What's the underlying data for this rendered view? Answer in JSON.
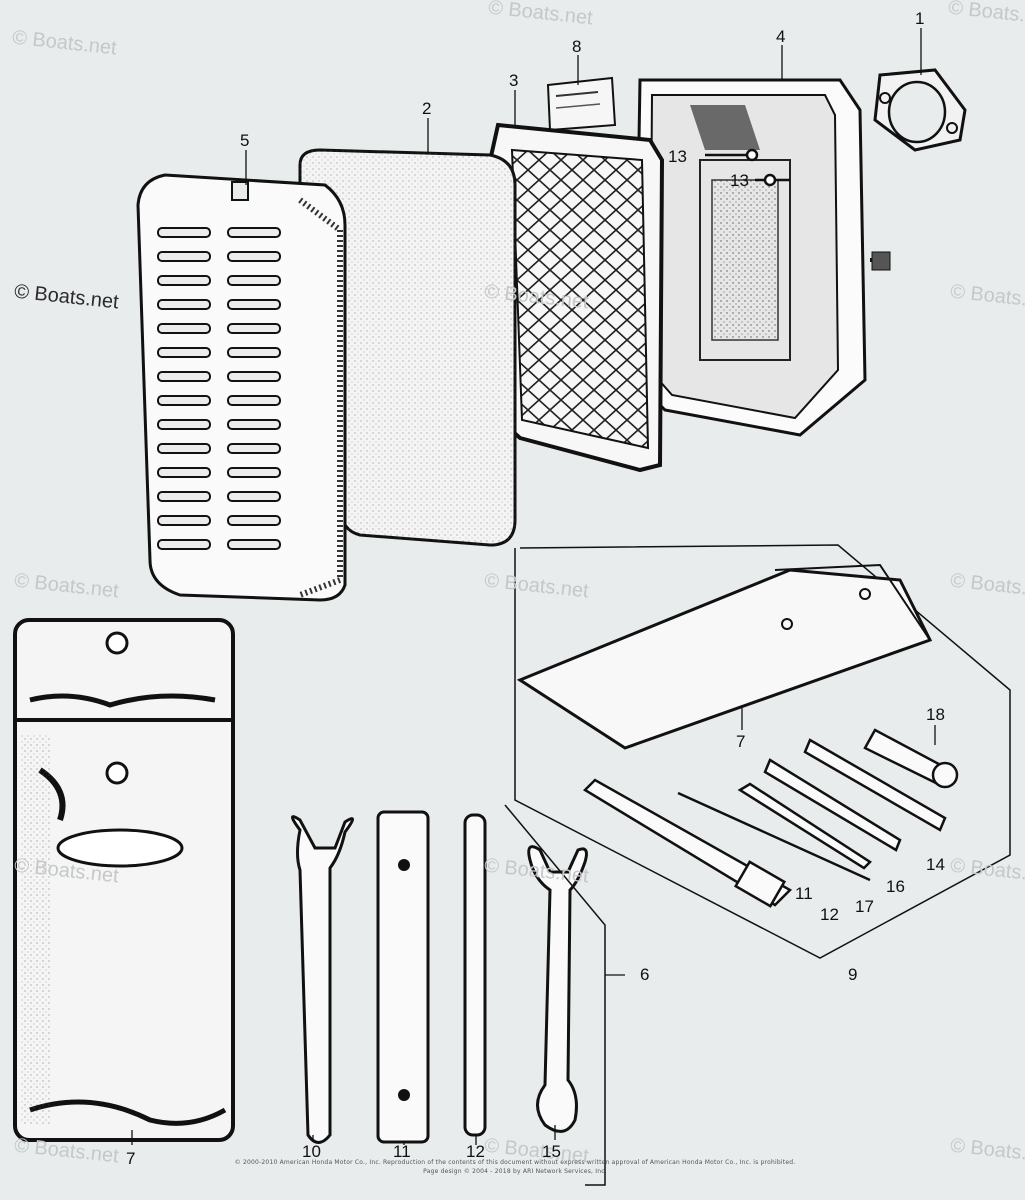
{
  "watermarks": {
    "text": "© Boats.net"
  },
  "callouts": {
    "c1": "1",
    "c2": "2",
    "c3": "3",
    "c4": "4",
    "c5": "5",
    "c6": "6",
    "c7a": "7",
    "c7b": "7",
    "c8": "8",
    "c9": "9",
    "c10": "10",
    "c11a": "11",
    "c11b": "11",
    "c12a": "12",
    "c12b": "12",
    "c13a": "13",
    "c13b": "13",
    "c14": "14",
    "c15": "15",
    "c16": "16",
    "c17": "17",
    "c18": "18"
  },
  "footer": {
    "line1": "© 2000-2010 American Honda Motor Co., Inc. Reproduction of the contents of this document without express written approval of American Honda Motor Co., Inc. is prohibited.",
    "line2": "Page design © 2004 - 2018 by ARI Network Services, Inc."
  }
}
